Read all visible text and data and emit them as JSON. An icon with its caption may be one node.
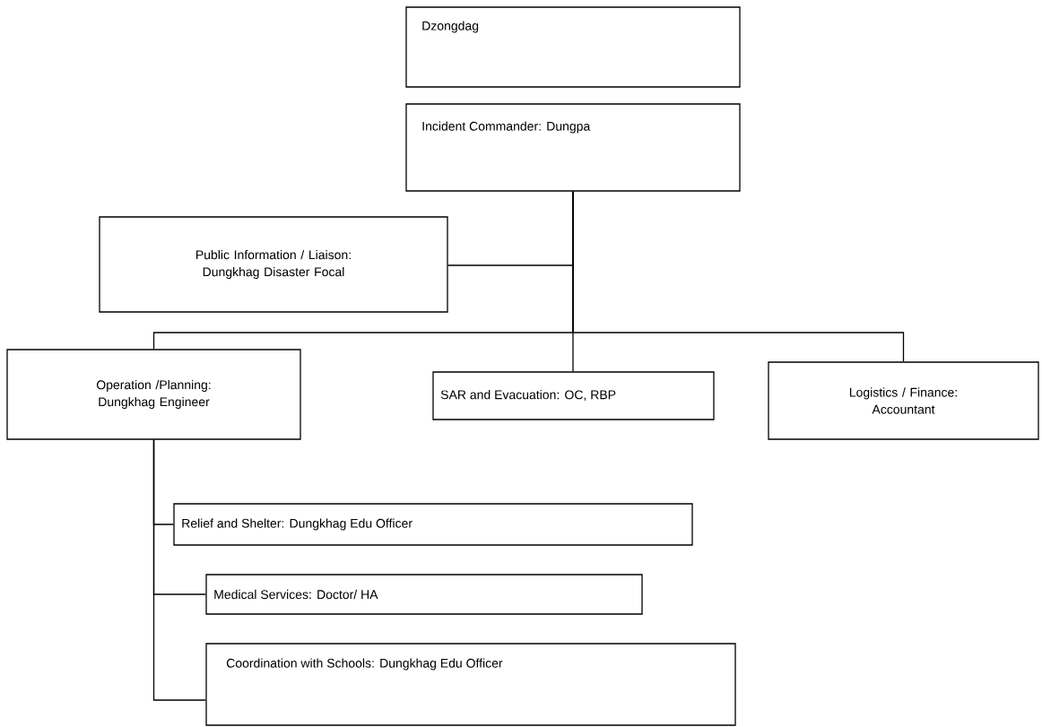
{
  "diagram": {
    "nodes": [
      {
        "text": [
          "Dzongdag"
        ]
      },
      {
        "text": [
          "Incident Commander: Dungpa"
        ]
      },
      {
        "text": [
          "Public Information / Liaison: Dungkhag Disaster Focal"
        ]
      },
      {
        "text": [
          "Operation /Planning: Dungkhag Engineer"
        ]
      },
      {
        "text": [
          "SAR and Evacuation: OC, RBP"
        ]
      },
      {
        "text": [
          "Logistics / Finance: Accountant"
        ]
      },
      {
        "text": [
          "Relief and Shelter: Dungkhag Edu Officer"
        ]
      },
      {
        "text": [
          "Medical Services: Doctor/ HA"
        ]
      },
      {
        "text": [
          "Coordination with Schools: Dungkhag Edu Officer"
        ]
      }
    ],
    "edges": [
      {
        "from": 1,
        "to": 2,
        "arrow": "none"
      },
      {
        "from": 1,
        "to": 3,
        "arrow": "none"
      },
      {
        "from": 1,
        "to": 4,
        "arrow": "none"
      },
      {
        "from": 1,
        "to": 5,
        "arrow": "none"
      },
      {
        "from": 3,
        "to": 6,
        "arrow": "none"
      },
      {
        "from": 3,
        "to": 7,
        "arrow": "none"
      },
      {
        "from": 3,
        "to": 8,
        "arrow": "none"
      }
    ]
  }
}
